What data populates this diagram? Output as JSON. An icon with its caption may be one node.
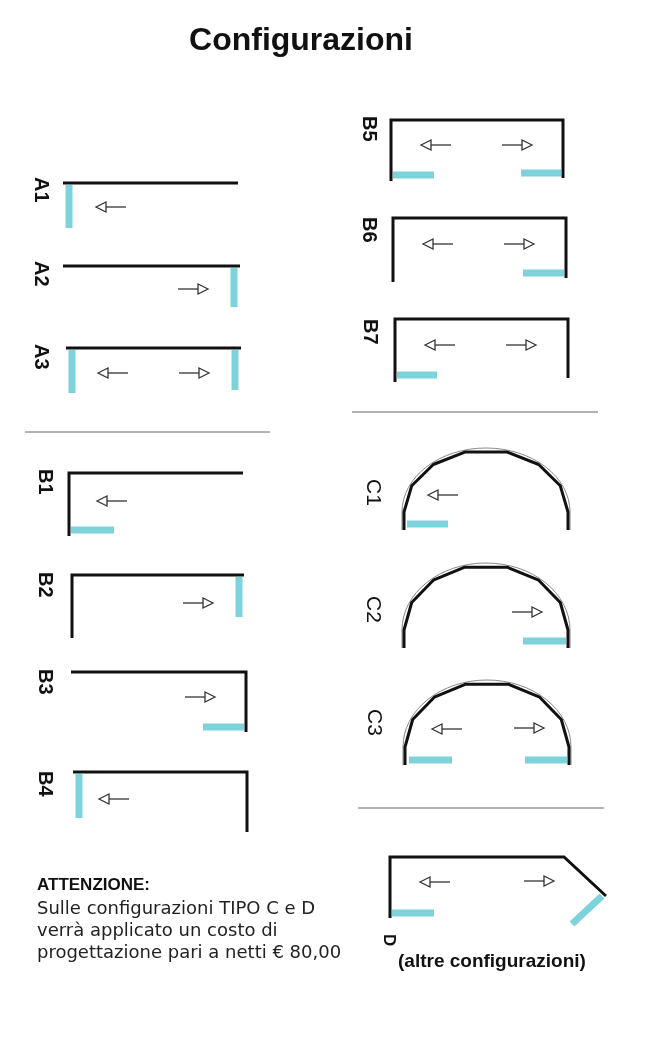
{
  "diagram": {
    "title": "Configurazioni",
    "labels": [
      "A1",
      "A2",
      "A3",
      "B1",
      "B2",
      "B3",
      "B4",
      "B5",
      "B6",
      "B7",
      "C1",
      "C2",
      "C3",
      "D",
      "(altre configurazioni)",
      "ATTENZIONE:",
      "Sulle configurazioni TIPO C e D verrà applicato un costo di progettazione pari a netti € 80,00"
    ]
  }
}
